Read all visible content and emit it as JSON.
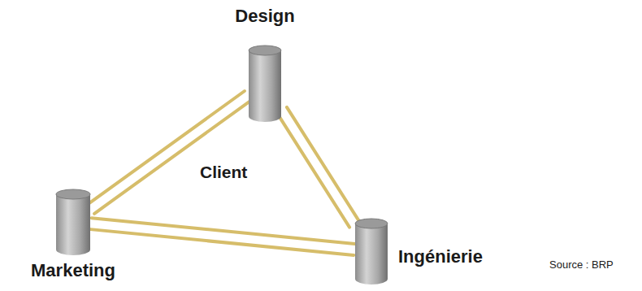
{
  "diagram": {
    "nodes": [
      {
        "text": [
          "Design"
        ]
      },
      {
        "text": [
          "Marketing"
        ]
      },
      {
        "text": [
          "Ingénierie"
        ]
      }
    ],
    "edges": [
      {
        "from": 0,
        "to": 1,
        "arrow": "none"
      },
      {
        "from": 0,
        "to": 2,
        "arrow": "none"
      },
      {
        "from": 1,
        "to": 2,
        "arrow": "none"
      }
    ],
    "labels": [
      "Client",
      "Source : BRP"
    ]
  }
}
